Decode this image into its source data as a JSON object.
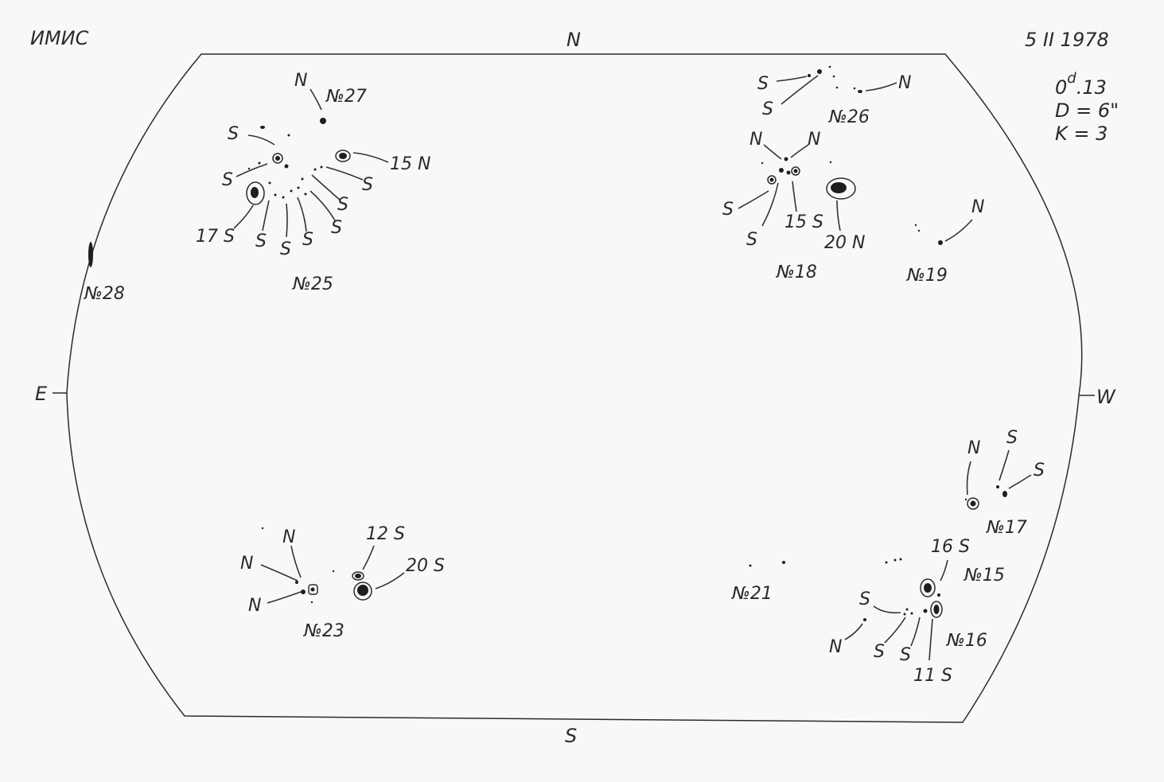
{
  "header": {
    "observatory": "ИМИС",
    "date": "5 II 1978",
    "time_main": "0",
    "time_sup": "d",
    "time_rest": ".13",
    "seeing": "D = 6\"",
    "quality": "K = 3"
  },
  "directions": {
    "north": "N",
    "south": "S",
    "east": "E",
    "west": "W"
  },
  "groups": [
    {
      "id": "g25",
      "label": "№25",
      "polarities": [
        "S",
        "S",
        "17 S",
        "S",
        "S",
        "S",
        "S",
        "S",
        "S",
        "15 N"
      ]
    },
    {
      "id": "g27",
      "label": "№27",
      "polarities": [
        "N"
      ]
    },
    {
      "id": "g28",
      "label": "№28",
      "polarities": []
    },
    {
      "id": "g26",
      "label": "№26",
      "polarities": [
        "S",
        "S",
        "N"
      ]
    },
    {
      "id": "g18",
      "label": "№18",
      "polarities": [
        "N",
        "N",
        "S",
        "S",
        "15 S",
        "20 N"
      ]
    },
    {
      "id": "g19",
      "label": "№19",
      "polarities": [
        "N"
      ]
    },
    {
      "id": "g17",
      "label": "№17",
      "polarities": [
        "N",
        "S",
        "S"
      ]
    },
    {
      "id": "g15",
      "label": "№15",
      "polarities": [
        "16 S"
      ]
    },
    {
      "id": "g16",
      "label": "№16",
      "polarities": [
        "S",
        "N",
        "S",
        "S",
        "11 S"
      ]
    },
    {
      "id": "g21",
      "label": "№21",
      "polarities": []
    },
    {
      "id": "g23",
      "label": "№23",
      "polarities": [
        "N",
        "N",
        "N",
        "12 S",
        "20 S"
      ]
    }
  ]
}
